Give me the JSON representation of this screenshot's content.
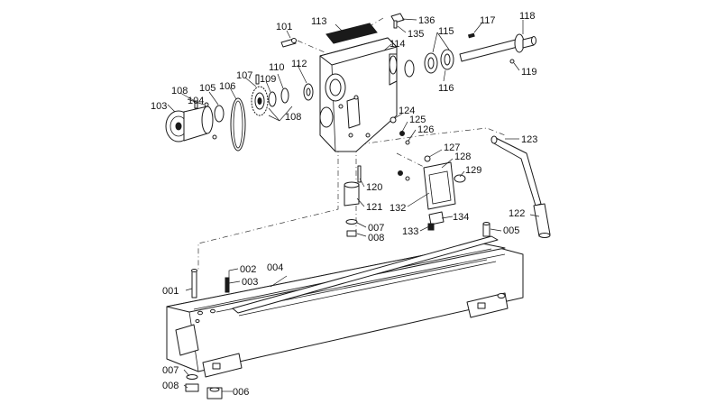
{
  "callouts": [
    "101",
    "113",
    "136",
    "135",
    "117",
    "118",
    "114",
    "115",
    "116",
    "119",
    "112",
    "110",
    "109",
    "107",
    "106",
    "105",
    "108",
    "104",
    "103",
    "108",
    "124",
    "125",
    "126",
    "123",
    "127",
    "128",
    "129",
    "120",
    "121",
    "132",
    "007",
    "008",
    "134",
    "133",
    "122",
    "005",
    "002",
    "004",
    "003",
    "001",
    "007",
    "008",
    "006"
  ]
}
